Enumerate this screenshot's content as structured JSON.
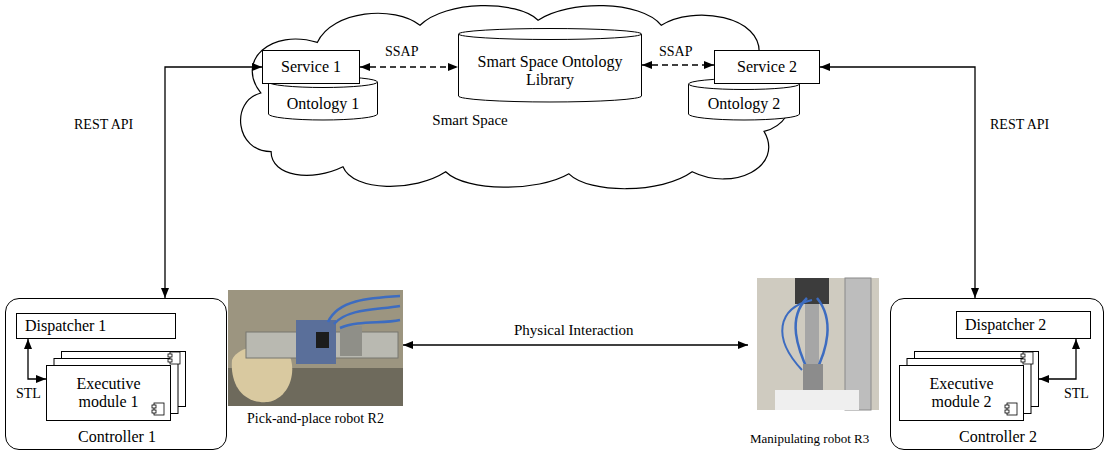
{
  "diagram": {
    "nodes": [
      {
        "text": [
          "Smart Space"
        ]
      },
      {
        "text": [
          "Service 1"
        ],
        "in": 0
      },
      {
        "text": [
          "Ontology 1"
        ],
        "in": 0
      },
      {
        "text": [
          "Smart Space Ontology Library"
        ],
        "in": 0
      },
      {
        "text": [
          "Service 2"
        ],
        "in": 0
      },
      {
        "text": [
          "Ontology 2"
        ],
        "in": 0
      },
      {
        "text": [
          "Controller 1"
        ]
      },
      {
        "text": [
          "Dispatcher 1"
        ],
        "in": 6
      },
      {
        "text": [
          "Executive module 1"
        ],
        "in": 6
      },
      {
        "text": [
          "Pick-and-place robot R2"
        ]
      },
      {
        "text": [
          "Manipulating robot R3"
        ]
      },
      {
        "text": [
          "Controller 2"
        ]
      },
      {
        "text": [
          "Dispatcher 2"
        ],
        "in": 11
      },
      {
        "text": [
          "Executive module 2"
        ],
        "in": 11
      }
    ],
    "edges": [
      {
        "from": 1,
        "to": 3,
        "label": "SSAP",
        "arrow": "both"
      },
      {
        "from": 3,
        "to": 4,
        "label": "SSAP",
        "arrow": "both"
      },
      {
        "from": 1,
        "to": 6,
        "label": "REST API",
        "arrow": "both"
      },
      {
        "from": 4,
        "to": 11,
        "label": "REST API",
        "arrow": "both"
      },
      {
        "from": 7,
        "to": 8,
        "label": "STL",
        "arrow": "both"
      },
      {
        "from": 12,
        "to": 13,
        "label": "STL",
        "arrow": "both"
      },
      {
        "from": 9,
        "to": 10,
        "label": "Physical Interaction",
        "arrow": "both"
      }
    ]
  }
}
